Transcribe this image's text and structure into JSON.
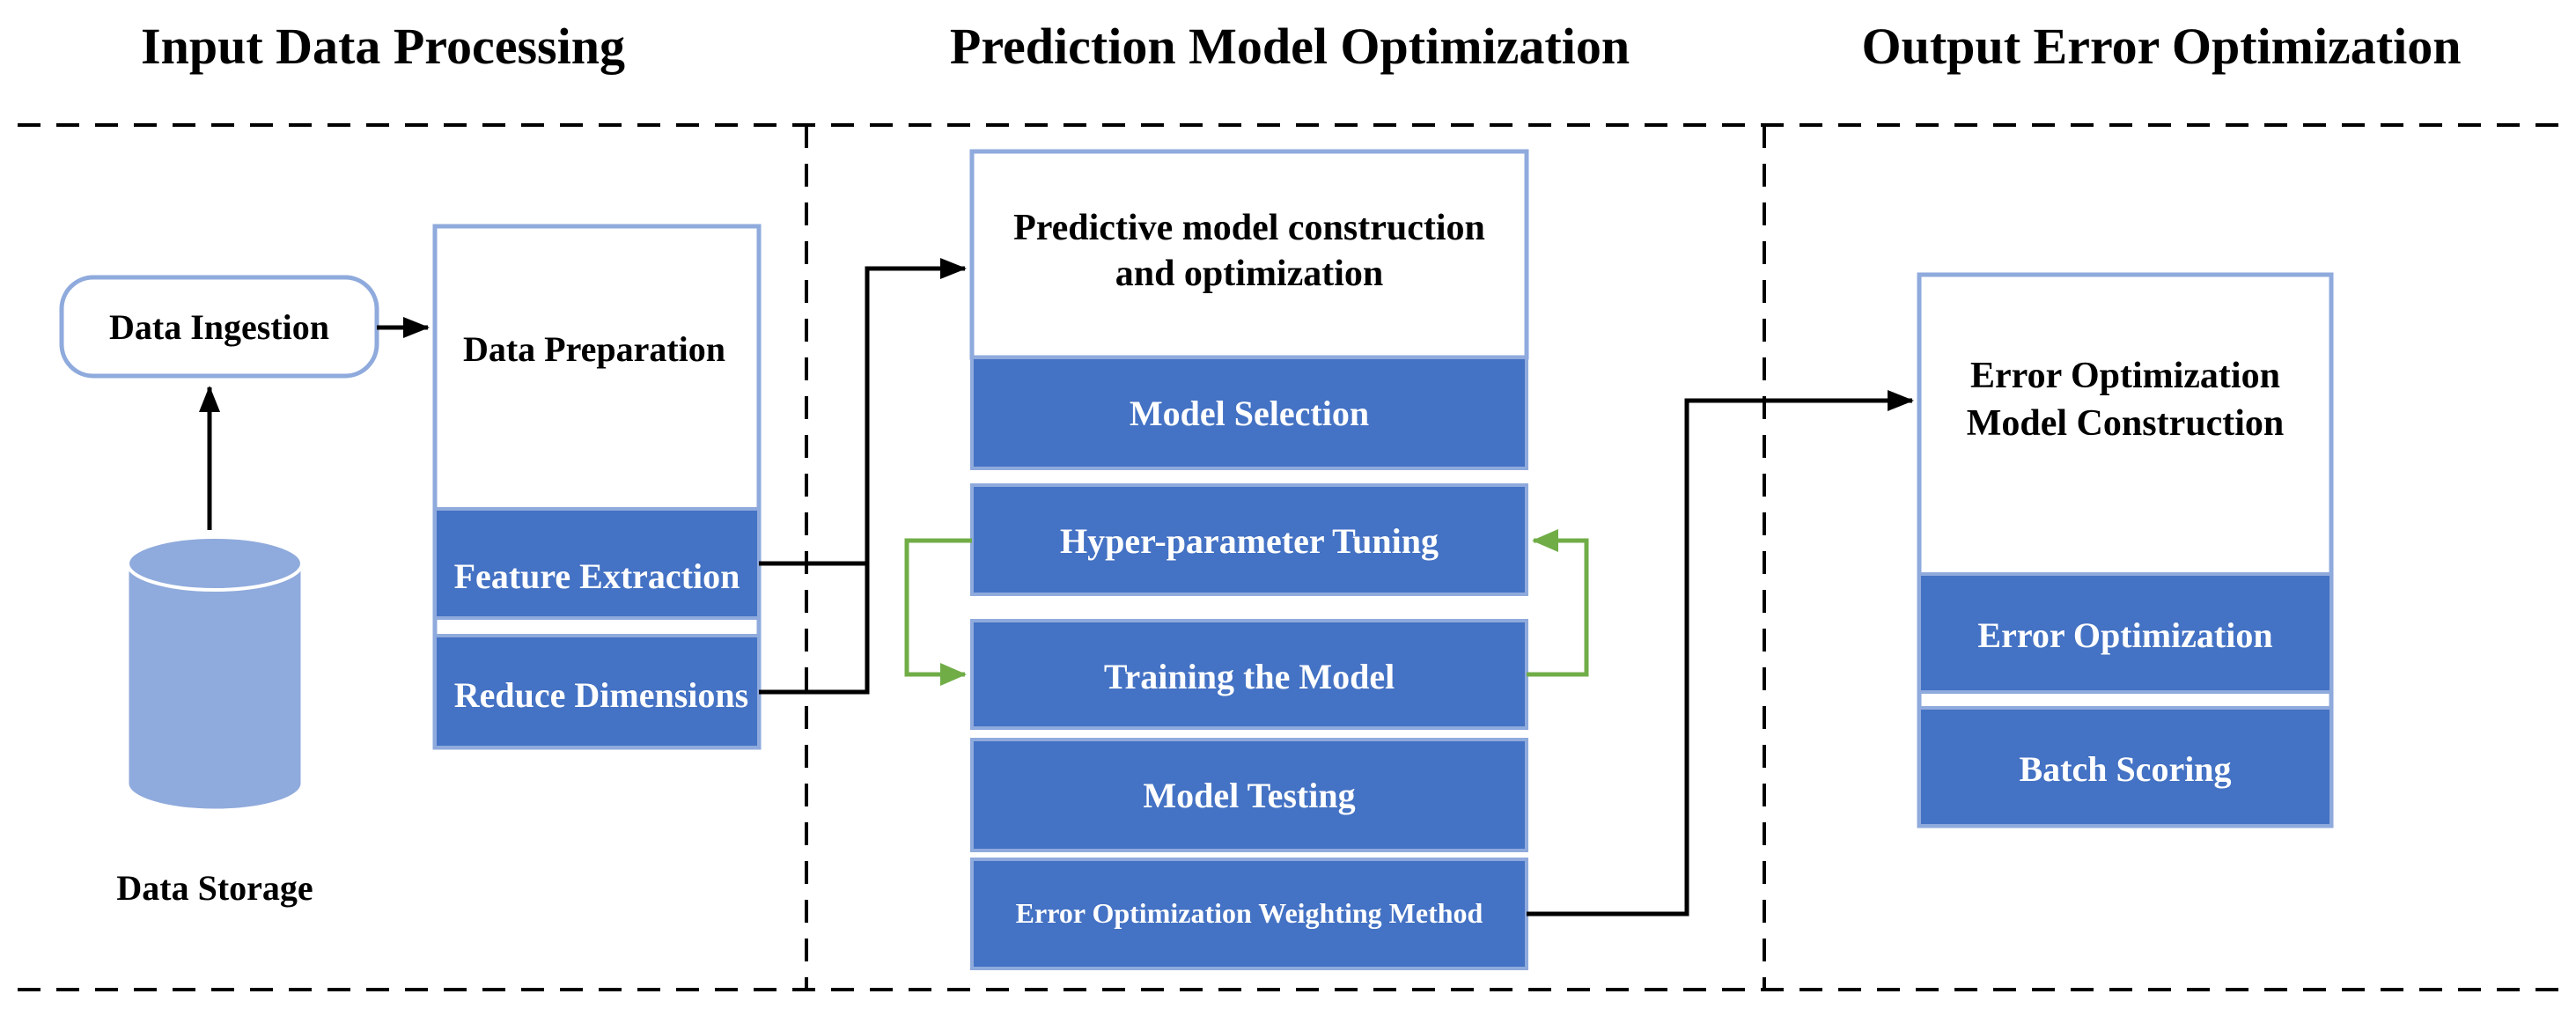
{
  "sections": {
    "input": "Input Data Processing",
    "prediction": "Prediction Model Optimization",
    "output": "Output Error Optimization"
  },
  "nodes": {
    "data_ingestion": "Data Ingestion",
    "data_storage": "Data Storage",
    "data_preparation": "Data Preparation",
    "feature_extraction": "Feature Extraction",
    "reduce_dimensions": "Reduce Dimensions",
    "predictive_line1": "Predictive model construction",
    "predictive_line2": "and optimization",
    "model_selection": "Model Selection",
    "hyperparameter_tuning": "Hyper-parameter Tuning",
    "training": "Training the Model",
    "model_testing": "Model Testing",
    "error_weighting": "Error Optimization Weighting Method",
    "error_model_line1": "Error Optimization",
    "error_model_line2": "Model Construction",
    "error_optimization": "Error Optimization",
    "batch_scoring": "Batch Scoring"
  },
  "colors": {
    "blue_fill": "#4472C4",
    "border": "#8FAADC",
    "cylinder_fill": "#8FAADC",
    "loop_arrow": "#70AD47",
    "line": "#000000"
  }
}
